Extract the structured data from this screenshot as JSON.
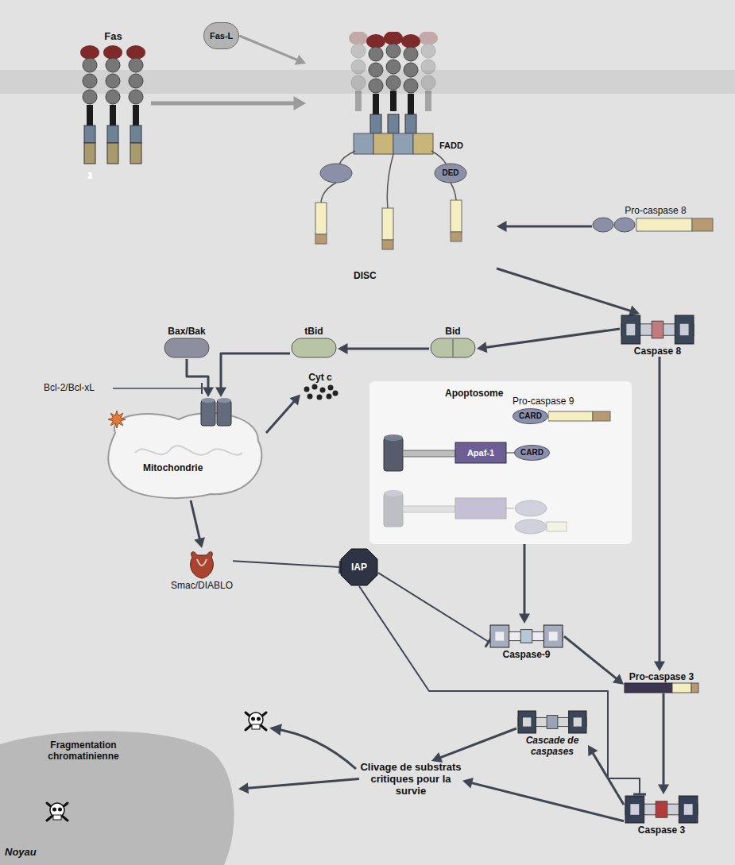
{
  "diagram": {
    "nodes": [
      {
        "text": [
          "Fas"
        ]
      },
      {
        "text": [
          "Fas-L"
        ]
      },
      {
        "text": [
          "FADD",
          "DED",
          "DISC"
        ]
      },
      {
        "text": [
          "Pro-caspase 8"
        ]
      },
      {
        "text": [
          "Caspase 8"
        ]
      },
      {
        "text": [
          "Bid"
        ]
      },
      {
        "text": [
          "tBid"
        ]
      },
      {
        "text": [
          "Bax/Bak"
        ]
      },
      {
        "text": [
          "Mitochondrie"
        ]
      },
      {
        "text": [
          "Cyt c"
        ]
      },
      {
        "text": [
          "Apoptosome"
        ]
      },
      {
        "text": [
          "Pro-caspase 9",
          "CARD"
        ],
        "in": 10
      },
      {
        "text": [
          "Apaf-1",
          "CARD"
        ],
        "in": 10
      },
      {
        "text": [
          "Smac/DIABLO"
        ]
      },
      {
        "text": [
          "IAP"
        ]
      },
      {
        "text": [
          "Caspase-9"
        ]
      },
      {
        "text": [
          "Pro-caspase 3"
        ]
      },
      {
        "text": [
          "Caspase 3"
        ]
      },
      {
        "text": [
          "Cascade de caspases"
        ]
      },
      {
        "text": [
          "Clivage de substrats critiques pour la survie"
        ]
      },
      {
        "text": [
          "Fragmentation chromatinienne",
          "Noyau"
        ]
      }
    ],
    "edges": [
      {
        "from": 0,
        "to": 2,
        "arrow": "to"
      },
      {
        "from": 1,
        "to": 2,
        "arrow": "to"
      },
      {
        "from": 3,
        "to": 2,
        "arrow": "to"
      },
      {
        "from": 2,
        "to": 4,
        "arrow": "to"
      },
      {
        "from": 4,
        "to": 5,
        "arrow": "to"
      },
      {
        "from": 5,
        "to": 6,
        "arrow": "to"
      },
      {
        "from": 7,
        "to": 8,
        "arrow": "to"
      },
      {
        "from": 6,
        "to": 8,
        "arrow": "to"
      },
      {
        "from": 8,
        "to": 9,
        "arrow": "to"
      },
      {
        "from": 8,
        "to": 13,
        "arrow": "to"
      },
      {
        "from": 13,
        "to": 14,
        "arrow": "to"
      },
      {
        "from": 10,
        "to": 15,
        "arrow": "to"
      },
      {
        "from": 14,
        "to": 15,
        "arrow": "to"
      },
      {
        "from": 4,
        "to": 16,
        "arrow": "to"
      },
      {
        "from": 15,
        "to": 16,
        "arrow": "to"
      },
      {
        "from": 14,
        "to": 17,
        "arrow": "to"
      },
      {
        "from": 16,
        "to": 17,
        "arrow": "to"
      },
      {
        "from": 17,
        "to": 18,
        "arrow": "to"
      },
      {
        "from": 18,
        "to": 19,
        "arrow": "to"
      },
      {
        "from": 17,
        "to": 19,
        "arrow": "to"
      },
      {
        "from": 19,
        "to": 20,
        "arrow": "to"
      }
    ],
    "labels": [
      "1",
      "2",
      "3",
      "Bcl-2/Bcl-xL"
    ]
  }
}
